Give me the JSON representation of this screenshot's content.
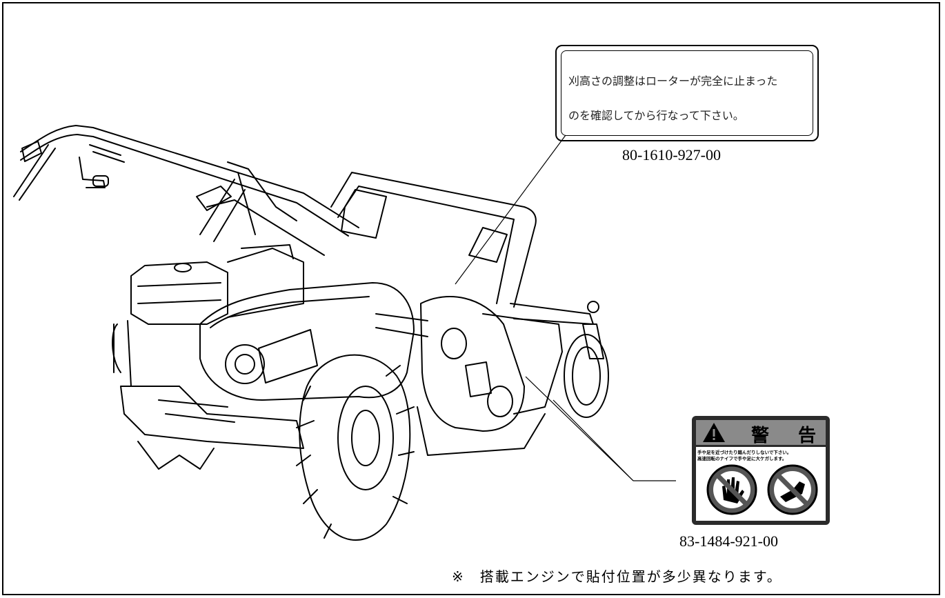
{
  "label_top": {
    "line1": "刈高さの調整はローターが完全に止まった",
    "line2": "のを確認してから行なって下さい。",
    "part_number": "80-1610-927-00"
  },
  "label_warning": {
    "title_left": "警",
    "title_right": "告",
    "text_line1": "手や足を近づけたり踏んだりしないで下さい。",
    "text_line2": "高速回転のナイフで手や足に大ケガします。",
    "part_number": "83-1484-921-00"
  },
  "footnote": "※　搭載エンジンで貼付位置が多少異なります。",
  "icons": [
    "warning-triangle-icon",
    "no-hand-icon",
    "no-foot-icon"
  ]
}
